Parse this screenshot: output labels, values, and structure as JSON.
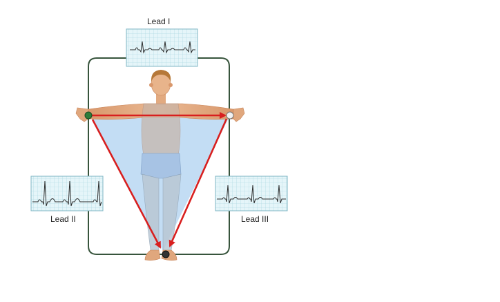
{
  "leads": [
    {
      "label": "Lead I"
    },
    {
      "label": "Lead II"
    },
    {
      "label": "Lead III"
    }
  ],
  "colors": {
    "wire": "#37543c",
    "arrow": "#d81f1f",
    "triangle": "#b9d7f2",
    "grid_bg": "#e5f5f9",
    "grid_line": "#a3d4df",
    "trace": "#2c2c2c",
    "skin": "#e2aa80",
    "hair": "#b67838",
    "underwear": "#a7c3e4",
    "electrode_green": "#2e7d3a",
    "electrode_white": "#f2f2f2",
    "electrode_black": "#333333"
  },
  "icons": [
    "human-body-icon",
    "electrode-icon"
  ]
}
